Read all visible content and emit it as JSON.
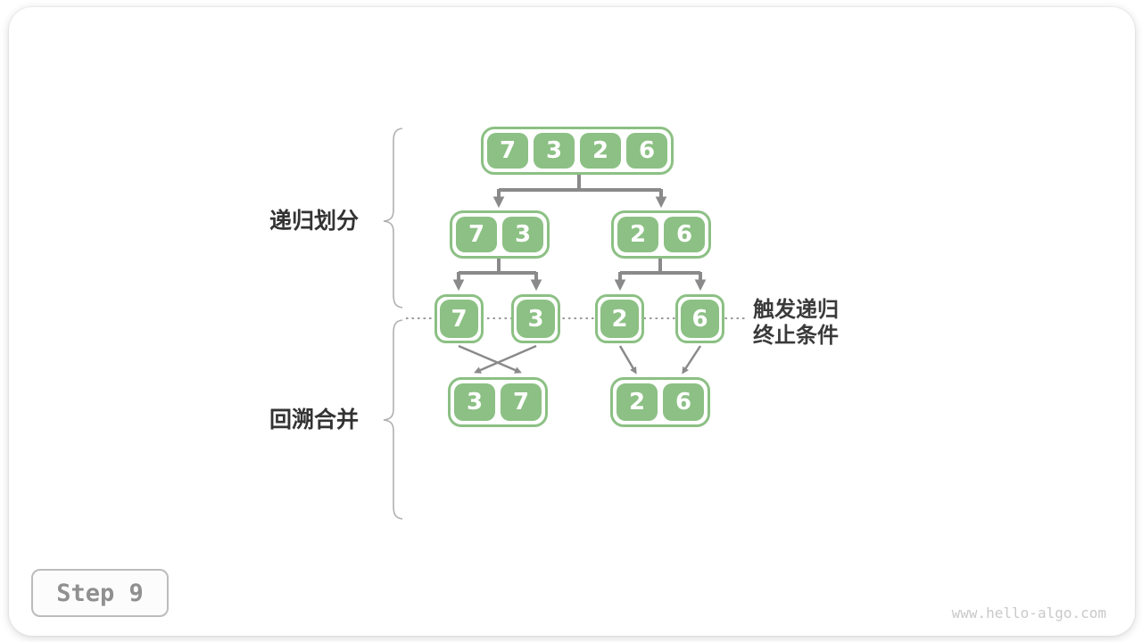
{
  "card": {
    "step_button": "Step 9",
    "watermark": "www.hello-algo.com"
  },
  "labels": {
    "divide_phase": "递归划分",
    "merge_phase": "回溯合并",
    "terminate_line1": "触发递归",
    "terminate_line2": "终止条件"
  },
  "tree": {
    "level1": {
      "cells": [
        "7",
        "3",
        "2",
        "6"
      ]
    },
    "level2_left": {
      "cells": [
        "7",
        "3"
      ]
    },
    "level2_right": {
      "cells": [
        "2",
        "6"
      ]
    },
    "level3": {
      "cells": [
        "7",
        "3",
        "2",
        "6"
      ]
    },
    "level4_left": {
      "cells": [
        "3",
        "7"
      ]
    },
    "level4_right": {
      "cells": [
        "2",
        "6"
      ]
    }
  },
  "colors": {
    "cell_green": "#8cc084",
    "arrow_gray": "#8a8a8a",
    "brace_gray": "#b0b0b0",
    "label_dark": "#333333",
    "step_text": "#909090",
    "watermark_gray": "#c9c9c9"
  }
}
